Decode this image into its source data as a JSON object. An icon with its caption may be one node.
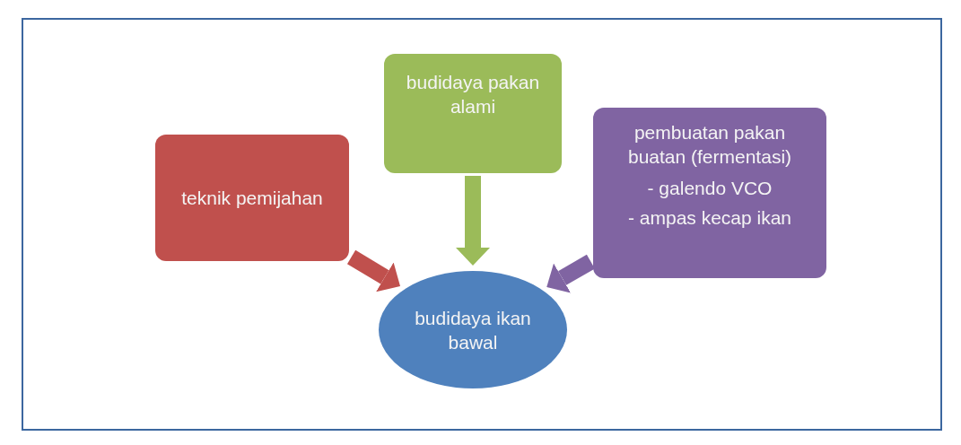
{
  "diagram": {
    "nodes": [
      {
        "text": [
          "teknik pemijahan"
        ]
      },
      {
        "text": [
          "budidaya pakan alami"
        ]
      },
      {
        "text": [
          "pembuatan pakan buatan (fermentasi)",
          "- galendo VCO",
          "- ampas kecap ikan"
        ]
      },
      {
        "text": [
          "budidaya ikan bawal"
        ]
      }
    ],
    "edges": [
      {
        "from": 0,
        "to": 3,
        "arrow": "to",
        "color": "#c0504d"
      },
      {
        "from": 1,
        "to": 3,
        "arrow": "to",
        "color": "#9bbb59"
      },
      {
        "from": 2,
        "to": 3,
        "arrow": "to",
        "color": "#8064a2"
      }
    ]
  }
}
